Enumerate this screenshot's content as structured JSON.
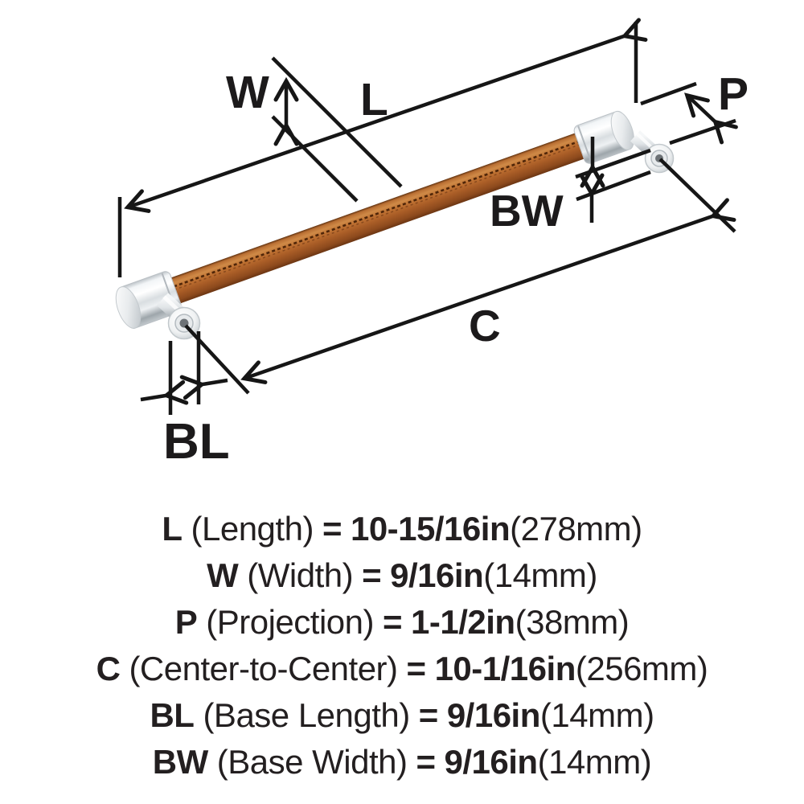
{
  "diagram": {
    "dimension_labels": {
      "width": "W",
      "length": "L",
      "projection": "P",
      "base_width": "BW",
      "center_to_center": "C",
      "base_length": "BL"
    }
  },
  "specs": [
    {
      "symbol": "L",
      "name": "(Length)",
      "equals": "=",
      "value": "10-15/16in",
      "metric": "(278mm)"
    },
    {
      "symbol": "W",
      "name": "(Width)",
      "equals": "=",
      "value": "9/16in",
      "metric": "(14mm)"
    },
    {
      "symbol": "P",
      "name": "(Projection)",
      "equals": "=",
      "value": "1-1/2in",
      "metric": "(38mm)"
    },
    {
      "symbol": "C",
      "name": "(Center-to-Center)",
      "equals": "=",
      "value": "10-1/16in",
      "metric": "(256mm)"
    },
    {
      "symbol": "BL",
      "name": "(Base Length)",
      "equals": "=",
      "value": "9/16in",
      "metric": "(14mm)"
    },
    {
      "symbol": "BW",
      "name": "(Base Width)",
      "equals": "=",
      "value": "9/16in",
      "metric": "(14mm)"
    }
  ],
  "colors": {
    "background": "#ffffff",
    "text": "#231f20",
    "dimension_line": "#161616",
    "leather": "#b2622a",
    "leather_highlight": "#cf8a47",
    "leather_shadow": "#6b3512",
    "stitch": "#4f2508",
    "chrome_light": "#f2f5f7",
    "chrome_mid": "#d9dee1",
    "chrome_dark": "#9ea6ab"
  }
}
